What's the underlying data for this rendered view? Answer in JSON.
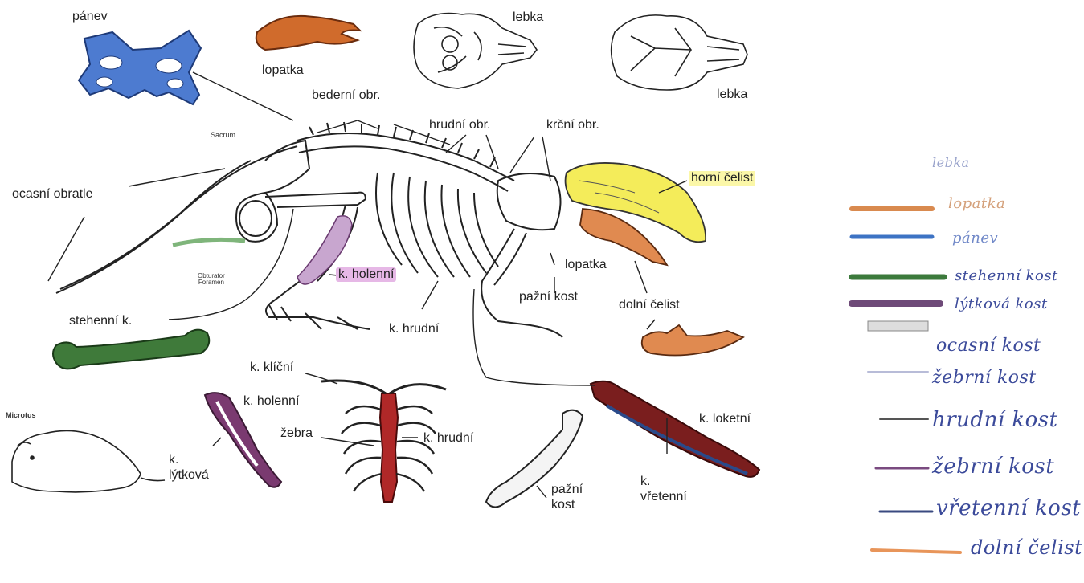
{
  "labels": {
    "panev": "pánev",
    "lopatka_top": "lopatka",
    "lebka_1": "lebka",
    "lebka_2": "lebka",
    "bederni": "bederní obr.",
    "hrudni_obr": "hrudní obr.",
    "krcni_obr": "krční obr.",
    "horni_celist": "horní čelist",
    "ocasni": "ocasní obratle",
    "sacrum": "Sacrum",
    "obturator": "Obturator\nForamen",
    "k_holenni_main": "k. holenní",
    "lopatka_main": "lopatka",
    "pazni_kost_main": "pažní kost",
    "dolni_celist": "dolní čelist",
    "k_hrudni_main": "k. hrudní",
    "stehenni": "stehenní k.",
    "k_klicni": "k. klíční",
    "k_holenni_lower": "k. holenní",
    "zebra": "žebra",
    "k_hrudni_lower": "k. hrudní",
    "microtus": "Microtus",
    "k_lytkova": "k.\nlýtková",
    "pazni_kost_lower": "pažní\nkost",
    "k_loketni": "k. loketní",
    "k_vretenni": "k.\nvřetenní"
  },
  "legend": [
    {
      "text": "lebka",
      "color": "#e8e8e8"
    },
    {
      "text": "lopatka",
      "color": "#d98a4f"
    },
    {
      "text": "pánev",
      "color": "#3d73c4"
    },
    {
      "text": "stehenní kost",
      "color": "#3c7a3c"
    },
    {
      "text": "lýtková kost",
      "color": "#6e4a78"
    },
    {
      "text": "ocasní kost",
      "color": "#9a9a9a"
    },
    {
      "text": "žebrní kost",
      "color": "#b8bcd8"
    },
    {
      "text": "hrudní kost",
      "color": "#555555"
    },
    {
      "text": "žebrní kost",
      "color": "#7a4a80"
    },
    {
      "text": "vřetenní kost",
      "color": "#3a4a80"
    },
    {
      "text": "dolní čelist",
      "color": "#e8955a"
    }
  ],
  "colors": {
    "pelvis": "#3f6fc4",
    "scapula": "#cf6a2c",
    "upper_jaw": "#f4ec5a",
    "lower_jaw": "#e08a50",
    "femur": "#3f7a3a",
    "fibula": "#7a3a70",
    "sternum": "#b02828",
    "ulna": "#7a1e1e",
    "radius": "#2a4a8a",
    "tibia": "#a07aa8"
  }
}
